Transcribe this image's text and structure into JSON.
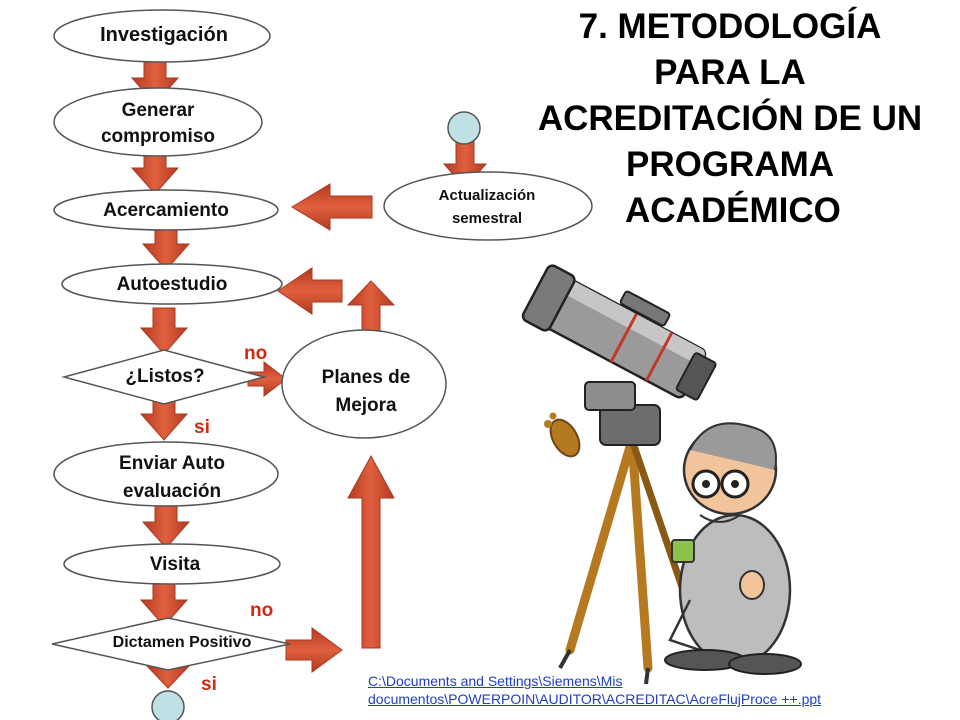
{
  "title": {
    "line1": "7. METODOLOGÍA",
    "line2": "PARA LA",
    "line3": "ACREDITACIÓN DE UN",
    "line4": "PROGRAMA",
    "line5": "ACADÉMICO"
  },
  "nodes": {
    "investigacion": "Investigación",
    "generar_1": "Generar",
    "generar_2": "compromiso",
    "acercamiento": "Acercamiento",
    "autoestudio": "Autoestudio",
    "listos": "¿Listos?",
    "enviar_1": "Enviar  Auto",
    "enviar_2": "evaluación",
    "visita": "Visita",
    "dictamen": "Dictamen Positivo",
    "actualizacion_1": "Actualización",
    "actualizacion_2": "semestral",
    "planes_1": "Planes de",
    "planes_2": "Mejora"
  },
  "branches": {
    "listos_no": "no",
    "listos_si": "si",
    "dictamen_no": "no",
    "dictamen_si": "si"
  },
  "link": {
    "line1": "C:\\Documents and Settings\\Siemens\\Mis",
    "line2": "documentos\\POWERPOIN\\AUDITOR\\ACREDITAC\\AcreFlujProce ++.ppt"
  },
  "colors": {
    "arrow": "#d24a2e",
    "arrow_edge": "#a83a22",
    "node_border": "#555555",
    "terminal_fill": "#bfe1e6",
    "branch_text": "#d02a10",
    "link": "#1f3fbf"
  },
  "icons": {
    "illustration": "astronomer-with-telescope"
  }
}
